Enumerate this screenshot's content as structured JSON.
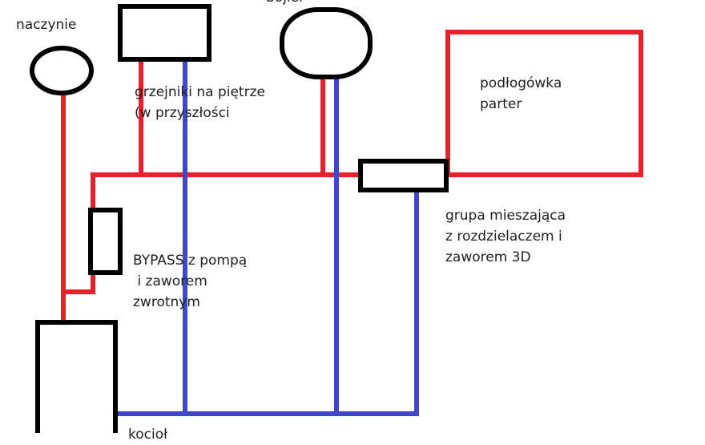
{
  "labels": {
    "naczynie": "naczynie",
    "bojler": "bojler",
    "grzejniki": [
      "grzejniki na piętrze",
      "(w przyszłości"
    ],
    "podlogowka": [
      "podłogówka",
      "parter"
    ],
    "grupa": [
      "grupa mieszająca",
      "z rozdzielaczem i",
      "zaworem 3D"
    ],
    "bypass": [
      "BYPASS z pompą",
      " i zaworem",
      "zwrotnym"
    ],
    "kociol": "kocioł"
  },
  "colors": {
    "supply": "#e8202c",
    "return": "#3f48cc",
    "outline": "#000000",
    "text": "#1f1f1f",
    "background": "#ffffff"
  }
}
